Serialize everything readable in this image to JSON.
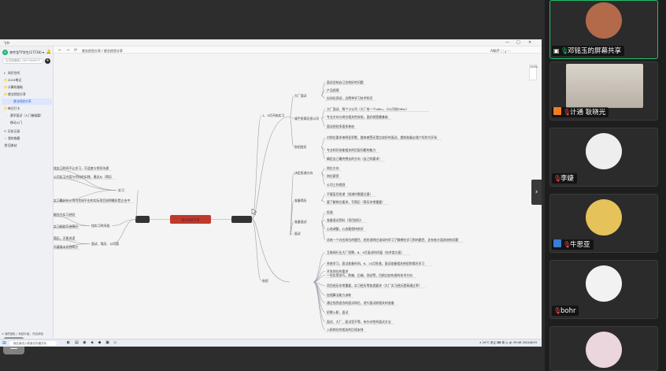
{
  "window": {
    "title": "飞书",
    "controls": [
      "—",
      "□",
      "✕"
    ]
  },
  "app_sidebar": {
    "logo": "V",
    "account": "李传龙TY学生(17734) ▾",
    "search_placeholder": "云文档搜索 | Ctrl+Shift+F",
    "plus": "+",
    "items": [
      {
        "icon": "▸",
        "label": "知识空间"
      },
      {
        "icon": "📁",
        "label": "2024笔记"
      },
      {
        "icon": "📁",
        "label": "计算机基础"
      },
      {
        "icon": "📁",
        "label": "就业经验分享"
      },
      {
        "icon": "·",
        "label": "就业经验分享"
      },
      {
        "icon": "📁",
        "label": "每日打卡"
      },
      {
        "icon": "·",
        "label": "赛学面试（入门基础篇）"
      },
      {
        "icon": "·",
        "label": "移动入门"
      },
      {
        "icon": "⟲",
        "label": "历史记录"
      },
      {
        "icon": "☆",
        "label": "我的收藏"
      },
      {
        "icon": "🗑",
        "label": "回收站"
      }
    ],
    "bottom": "✕ 我的团队 | 系统升级，开启体验"
  },
  "doc_toolbar": {
    "back": "←",
    "forward": "→",
    "refresh": "⟳",
    "breadcrumb": "就业经验分享 / 就业经验分享",
    "right": "AI助手 ⬚ ⤓ ⋯"
  },
  "canvas": {
    "zoom": "100%",
    "expand": "›",
    "floating_menu": "☰"
  },
  "mindmap": {
    "root": "就业经验分享",
    "left_main": "其他",
    "right_main": "求职经历",
    "left_branches": [
      "实习",
      "找实习时间段",
      "面试、简历、公司类"
    ],
    "left_leaves": [
      "找实习时间不让实习，可适度与领导沟通",
      "公司实习内容与代码的实践，建议从（简历",
      "实习最好在公司内完成不出的实际项目说明最好是企业中",
      "能作为实习经验",
      "实习经验写进简历",
      "简历、不要说谎",
      "不要答太远到两方"
    ],
    "right_branches": [
      "1、5月开始实习",
      "秋招",
      "大厂面试",
      "顺手投简历投公司",
      "秋招经历",
      "面试",
      "决定投递方向",
      "准备简历",
      "准备面试"
    ],
    "right_leaves": [
      "面试总结自己总结好的问题",
      "产品经理",
      "自动化测试，边简单学习技术知识",
      "大厂面试、两个小公司（大厂给一个offer，小公司给Offer）",
      "专业方向与岗位相关性较低，面好就是最基础",
      "面试经验多面多参加",
      "对岗位要求来明显积累，整体感受还是比较好的面试，提前准备自我介绍作为开场",
      "专业知识技能相关的匹配问题的能力",
      "确定自己最终想去的方向（自己的要求）",
      "岗位方向",
      "岗位薪资",
      "公司工作规划",
      "不要盲目投递（投递时需要注意）",
      "要了解岗位要求，写简历（简历非常重要）",
      "投递",
      "准备面试资料（项目经历）",
      "心态调整，心态要保持良好",
      "总结一个对应岗位的题目、经验说明应该如何学习了解哪些学习到的题目、还有各方面其他的问题",
      "互联网行业大厂招聘，6、9月面试时间窗（技术类方面）",
      "系统学习，面试准备时间，6、10月投递，面试准备相关经验和简历学习",
      "开发岗位的要求",
      "一些实用技巧，前端、后端、测试等，目前比较吃香的技术方向",
      "项目经历非常重要，实习经历等各类要求（大厂实习经历提高通过率）",
      "加强算法能力训练",
      "通过找到适合的面试岗位，进行面试前相关的准备",
      "招聘入职、面试",
      "面试、大厂、面试官不等，有针对性的面试方法",
      "入职岗位的相关的后续安排"
    ]
  },
  "taskbar": {
    "start": "⊞",
    "search": "就业面试入职面试沟通方向",
    "apps": "◐ ▤ ◉ ◈ ◆ ▣ ◇",
    "tray": "∧ 24°C 多云  ⌨ 英 ◎ 🔊 09:46 2024/8/29"
  },
  "participants": [
    {
      "name": "邓铭玉的屏幕共享",
      "speaking": true,
      "badge_color": "#2e8b57",
      "avatar_color": "#b36a4a",
      "mic": "🎙"
    },
    {
      "name": "计通 耿晓光",
      "speaking": false,
      "badge_color": "#f57c1f",
      "avatar_color": "#c9c2b8",
      "mic": "🎙"
    },
    {
      "name": "李婕",
      "speaking": false,
      "badge_color": "",
      "avatar_color": "#eeeeee",
      "mic": "🎙"
    },
    {
      "name": "牛思亚",
      "speaking": false,
      "badge_color": "#3a7bd5",
      "avatar_color": "#e6c25a",
      "mic": "🎙"
    },
    {
      "name": "bohr",
      "speaking": false,
      "badge_color": "",
      "avatar_color": "#f2f2f2",
      "mic": "🎙"
    },
    {
      "name": "",
      "speaking": false,
      "badge_color": "",
      "avatar_color": "#ead6dc",
      "mic": ""
    }
  ]
}
